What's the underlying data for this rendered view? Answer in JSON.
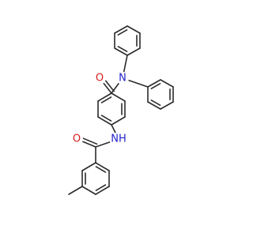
{
  "molecule": {
    "atom_labels": {
      "carbonyl_oxygen_1": "O",
      "amide_nitrogen_1": "N",
      "carbonyl_oxygen_2": "O",
      "amide_nh": "NH"
    },
    "colors": {
      "bond": "#2b2b2b",
      "oxygen": "#d42020",
      "nitrogen": "#2323c8"
    }
  }
}
